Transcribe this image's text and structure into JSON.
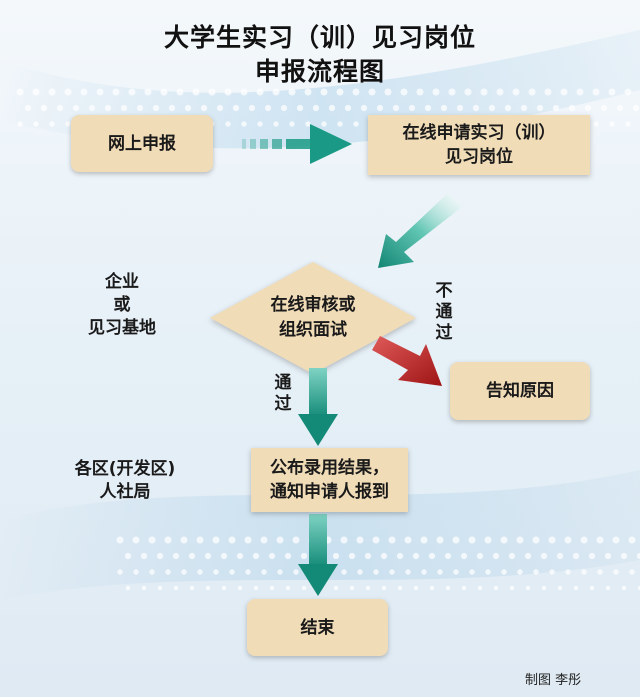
{
  "title_line1": "大学生实习（训）见习岗位",
  "title_line2": "申报流程图",
  "nodes": {
    "online_apply": "网上申报",
    "online_application_line1": "在线申请实习（训）",
    "online_application_line2": "见习岗位",
    "review_line1": "在线审核或",
    "review_line2": "组织面试",
    "notify_reason": "告知原因",
    "publish_line1": "公布录用结果，",
    "publish_line2": "通知申请人报到",
    "end": "结束"
  },
  "side_labels": {
    "enterprise_line1": "企业",
    "enterprise_line2": "或",
    "enterprise_line3": "见习基地",
    "district_line1": "各区(开发区)",
    "district_line2": "人社局"
  },
  "edge_labels": {
    "fail": "不通过",
    "pass": "通过"
  },
  "credit": "制图 李彤",
  "colors": {
    "box_fill": "#f1dcb8",
    "arrow_teal": "#1a9a86",
    "arrow_red": "#b41f1f"
  }
}
